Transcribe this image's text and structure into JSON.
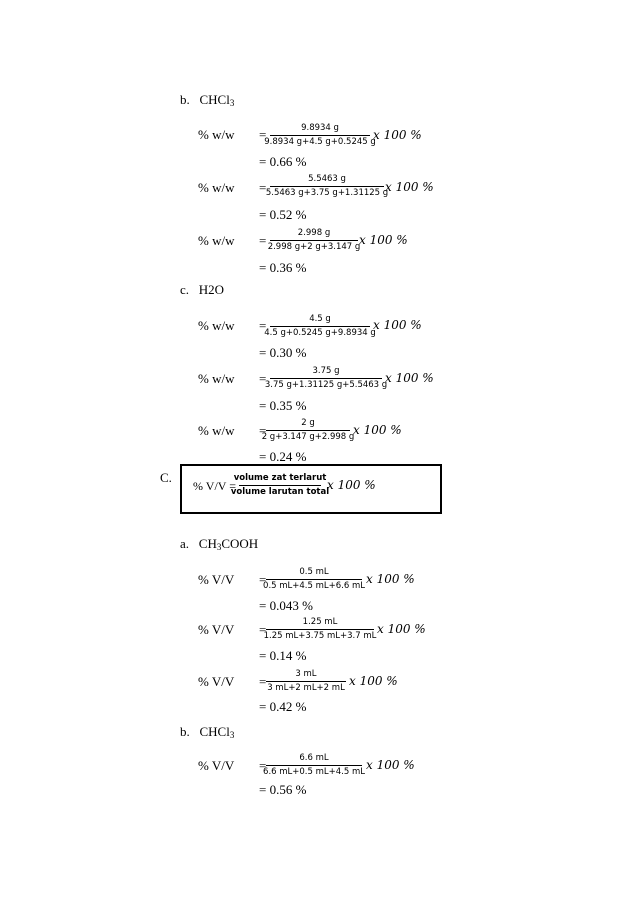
{
  "mult_text": "x 100 %",
  "sec_b1": {
    "letter": "b.",
    "name": "CHCl",
    "sub": "3"
  },
  "sec_c1": {
    "letter": "c.",
    "name": "H2O"
  },
  "sec_C": {
    "letter": "C.",
    "formula_label": "% V/V =",
    "formula_num": "volume zat terlarut",
    "formula_den": "volume larutan total"
  },
  "sec_a2": {
    "letter": "a.",
    "name": "CH",
    "sub": "3",
    "name2": "COOH"
  },
  "sec_b2": {
    "letter": "b.",
    "name": "CHCl",
    "sub": "3"
  },
  "rows": [
    {
      "label": "% w/w",
      "eq": "=",
      "num": "9.8934 g",
      "den": "9.8934 g+4.5 g+0.5245 g",
      "result": "= 0.66 %"
    },
    {
      "label": "% w/w",
      "eq": "=",
      "num": "5.5463 g",
      "den": "5.5463 g+3.75 g+1.31125 g",
      "result": "= 0.52 %"
    },
    {
      "label": "% w/w",
      "eq": "=",
      "num": "2.998 g",
      "den": "2.998 g+2 g+3.147 g",
      "result": "= 0.36 %"
    },
    {
      "label": "% w/w",
      "eq": "=",
      "num": "4.5 g",
      "den": "4.5 g+0.5245 g+9.8934 g",
      "result": "= 0.30 %"
    },
    {
      "label": "% w/w",
      "eq": "=",
      "num": "3.75 g",
      "den": "3.75 g+1.31125 g+5.5463 g",
      "result": "= 0.35 %"
    },
    {
      "label": "% w/w",
      "eq": "=",
      "num": "2  g",
      "den": "2 g+3.147 g+2.998 g",
      "result": "= 0.24 %"
    },
    {
      "label": "% V/V",
      "eq": "=",
      "num": "0.5 mL",
      "den": "0.5 mL+4.5 mL+6.6 mL",
      "result": "= 0.043 %"
    },
    {
      "label": "% V/V",
      "eq": "=",
      "num": "1.25 mL",
      "den": "1.25 mL+3.75 mL+3.7 mL",
      "result": "= 0.14 %"
    },
    {
      "label": "% V/V",
      "eq": "=",
      "num": "3 mL",
      "den": "3 mL+2 mL+2 mL",
      "result": "= 0.42 %"
    },
    {
      "label": "% V/V",
      "eq": "=",
      "num": "6.6 mL",
      "den": "6.6 mL+0.5 mL+4.5 mL",
      "result": "= 0.56 %"
    }
  ]
}
